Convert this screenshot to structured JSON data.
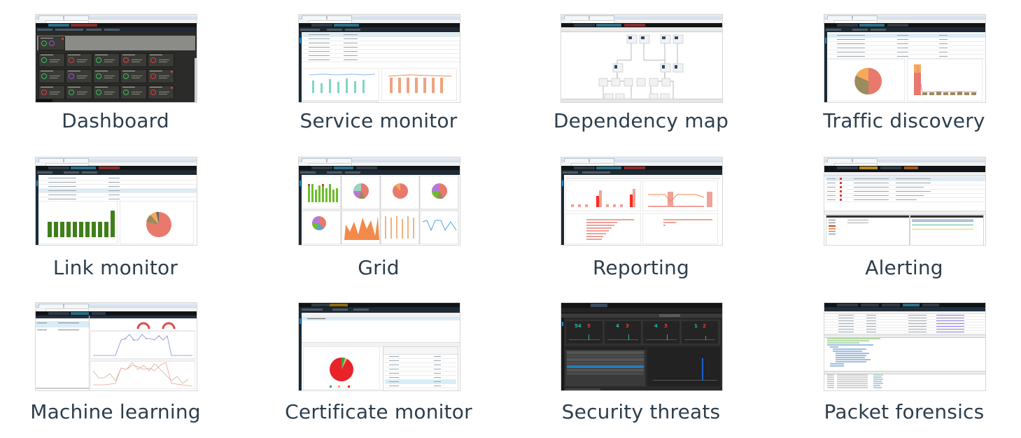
{
  "grid": {
    "items": [
      {
        "id": "dashboard",
        "label": "Dashboard",
        "theme": "dark",
        "col": 0,
        "row": 0
      },
      {
        "id": "service-monitor",
        "label": "Service monitor",
        "theme": "light",
        "col": 1,
        "row": 0
      },
      {
        "id": "dependency-map",
        "label": "Dependency map",
        "theme": "light",
        "col": 2,
        "row": 0
      },
      {
        "id": "traffic-discovery",
        "label": "Traffic discovery",
        "theme": "light",
        "col": 3,
        "row": 0
      },
      {
        "id": "link-monitor",
        "label": "Link monitor",
        "theme": "light",
        "col": 0,
        "row": 1
      },
      {
        "id": "grid",
        "label": "Grid",
        "theme": "light",
        "col": 1,
        "row": 1
      },
      {
        "id": "reporting",
        "label": "Reporting",
        "theme": "light",
        "col": 2,
        "row": 1
      },
      {
        "id": "alerting",
        "label": "Alerting",
        "theme": "light",
        "col": 3,
        "row": 1
      },
      {
        "id": "machine-learning",
        "label": "Machine learning",
        "theme": "light",
        "col": 0,
        "row": 2
      },
      {
        "id": "certificate-monitor",
        "label": "Certificate monitor",
        "theme": "light",
        "col": 1,
        "row": 2
      },
      {
        "id": "security-threats",
        "label": "Security threats",
        "theme": "dark",
        "col": 2,
        "row": 2
      },
      {
        "id": "packet-forensics",
        "label": "Packet forensics",
        "theme": "light",
        "col": 3,
        "row": 2
      }
    ]
  },
  "colors": {
    "label_text": "#2d3e4c",
    "status_green": "#3fbf55",
    "status_red": "#e0413d",
    "accent_blue": "#1b8fd6",
    "bar_green": "#3f7f1a",
    "pie_red": "#e8796c",
    "threat_teal": "#2bb3a8"
  },
  "security_threats": {
    "counters": [
      {
        "value": "54",
        "alt": "5"
      },
      {
        "value": "4",
        "alt": "3"
      },
      {
        "value": "4",
        "alt": "3"
      },
      {
        "value": "1",
        "alt": "2"
      }
    ]
  }
}
